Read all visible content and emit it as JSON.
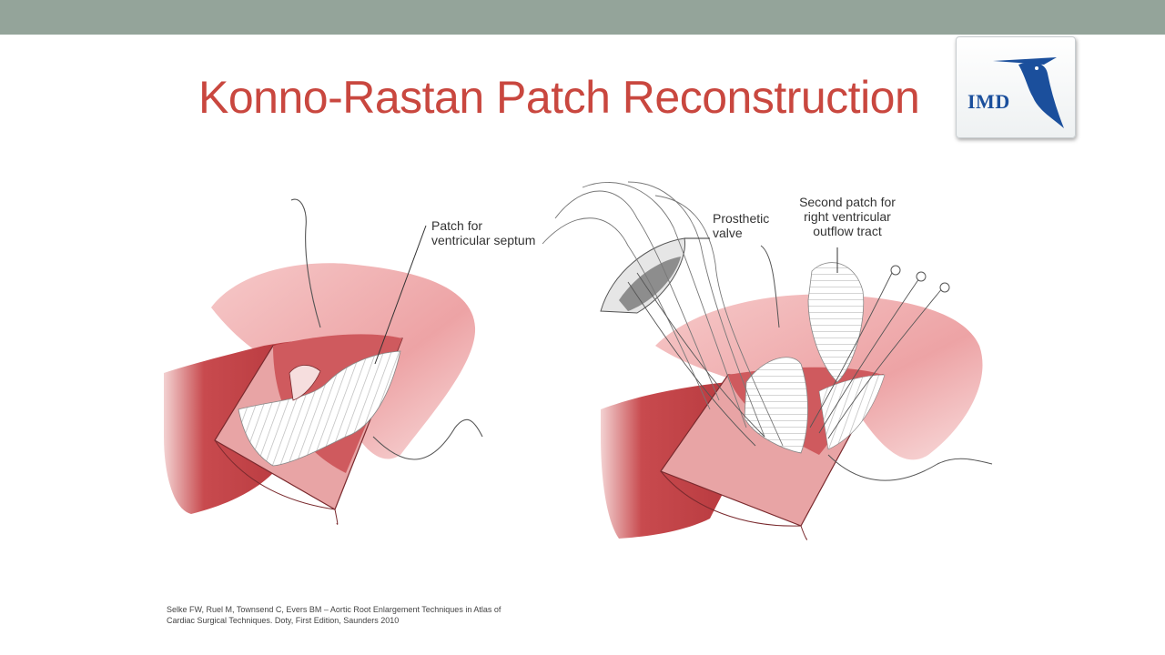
{
  "slide": {
    "title": "Konno-Rastan Patch Reconstruction"
  },
  "logo": {
    "text": "IMD",
    "icon": "bird-logo-icon"
  },
  "illustrations": {
    "left": {
      "label_patch_line1": "Patch for",
      "label_patch_line2": "ventricular septum"
    },
    "right": {
      "label_valve_line1": "Prosthetic",
      "label_valve_line2": "valve",
      "label_second_patch_line1": "Second patch for",
      "label_second_patch_line2": "right ventricular",
      "label_second_patch_line3": "outflow tract"
    }
  },
  "citation": {
    "line1": "Selke FW, Ruel M, Townsend C, Evers BM – Aortic Root Enlargement Techniques in Atlas of",
    "line2": "Cardiac Surgical Techniques. Doty, First Edition, Saunders 2010"
  },
  "colors": {
    "top_bar": "#94a49a",
    "title": "#c9473f",
    "logo_blue": "#1b4f9c",
    "tissue_dark": "#b8353b",
    "tissue_light": "#f2b3b6"
  }
}
